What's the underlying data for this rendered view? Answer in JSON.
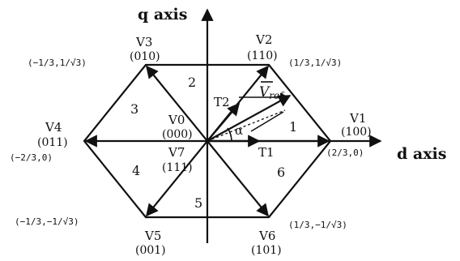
{
  "axes": {
    "q_label": "q axis",
    "d_label": "d axis"
  },
  "vectors": [
    {
      "id": "V1",
      "name": "V1",
      "code": "(100)",
      "coord": "(2/3,0)"
    },
    {
      "id": "V2",
      "name": "V2",
      "code": "(110)",
      "coord": "(1/3,1/√3)"
    },
    {
      "id": "V3",
      "name": "V3",
      "code": "(010)",
      "coord": "(−1/3,1/√3)"
    },
    {
      "id": "V4",
      "name": "V4",
      "code": "(011)",
      "coord": "(−2/3,0)"
    },
    {
      "id": "V5",
      "name": "V5",
      "code": "(001)",
      "coord": "(−1/3,−1/√3)"
    },
    {
      "id": "V6",
      "name": "V6",
      "code": "(101)",
      "coord": "(1/3,−1/√3)"
    },
    {
      "id": "V0",
      "name": "V0",
      "code": "(000)"
    },
    {
      "id": "V7",
      "name": "V7",
      "code": "(111)"
    }
  ],
  "sectors": [
    "1",
    "2",
    "3",
    "4",
    "5",
    "6"
  ],
  "reference": {
    "vref": "V",
    "vref_sub": "ref",
    "t1": "T1",
    "t2": "T2",
    "alpha": "α"
  }
}
